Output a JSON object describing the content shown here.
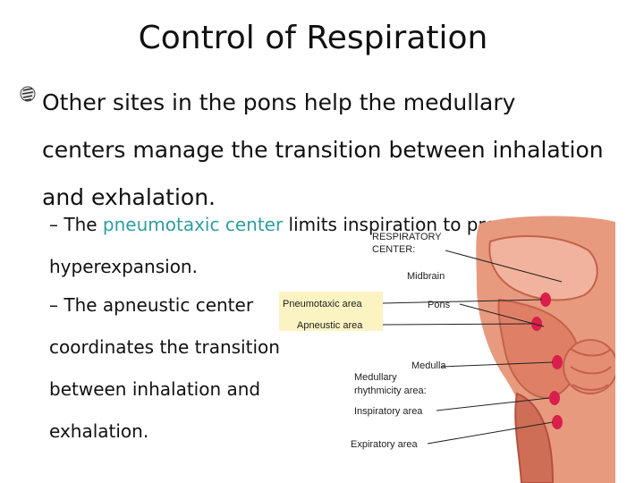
{
  "slide": {
    "title": "Control of Respiration",
    "bullet": "Other sites in the pons help the medullary centers manage the transition between inhalation and exhalation.",
    "sub1": {
      "dash": "–",
      "before": "The ",
      "highlight": "pneumotaxic center",
      "after": " limits inspiration to prevent hyperexpansion."
    },
    "sub2": {
      "dash": "–",
      "text": "The apneustic center coordinates the transition between inhalation and exhalation."
    }
  },
  "figure": {
    "heading_line1": "RESPIRATORY",
    "heading_line2": "CENTER:",
    "labels": {
      "midbrain": "Midbrain",
      "pneumotaxic": "Pneumotaxic area",
      "pons": "Pons",
      "apneustic": "Apneustic area",
      "medulla": "Medulla",
      "medullary1": "Medullary",
      "medullary2": "rhythmicity area:",
      "inspiratory": "Inspiratory area",
      "expiratory": "Expiratory area"
    },
    "colors": {
      "label_highlight": "#fbf3c2",
      "brain": "#e79a7e",
      "brain_dark": "#c4624c",
      "center_dot": "#d8204a",
      "teal_text": "#2f9e9f"
    }
  }
}
